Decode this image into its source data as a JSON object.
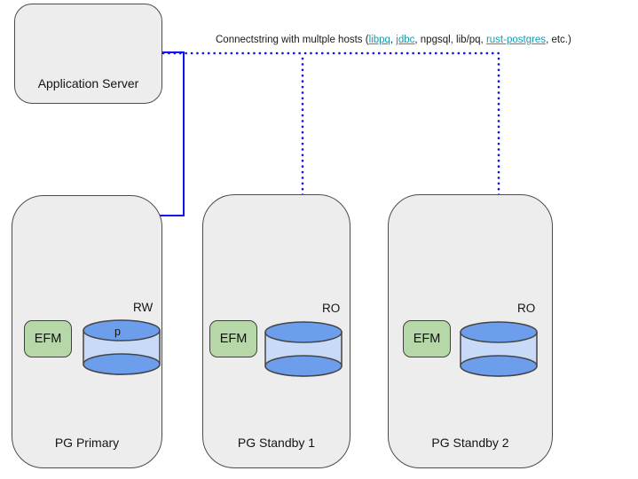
{
  "note": {
    "parts": [
      {
        "text": "Connectstring with multple hosts ("
      },
      {
        "text": "libpq",
        "link": true
      },
      {
        "text": ", "
      },
      {
        "text": "jdbc",
        "link": true
      },
      {
        "text": ", npgsql, lib/pq, "
      },
      {
        "text": "rust-postgres",
        "link": true
      },
      {
        "text": ", etc.)"
      }
    ]
  },
  "nodes": {
    "app_server": {
      "label": "Application Server"
    },
    "pg_primary": {
      "label": "PG Primary",
      "efm": "EFM",
      "db_letter": "p",
      "access": "RW"
    },
    "pg_standby1": {
      "label": "PG Standby 1",
      "efm": "EFM",
      "access": "RO"
    },
    "pg_standby2": {
      "label": "PG Standby 2",
      "efm": "EFM",
      "access": "RO"
    }
  },
  "colors": {
    "connection_blue": "#1212f0",
    "link_teal": "#189aab",
    "node_fill": "#ededed",
    "node_border": "#4c4c4c",
    "efm_green": "#b6d7a8",
    "cylinder_top_blue": "#6d9eeb",
    "cylinder_body_blue": "#c9daf8"
  }
}
